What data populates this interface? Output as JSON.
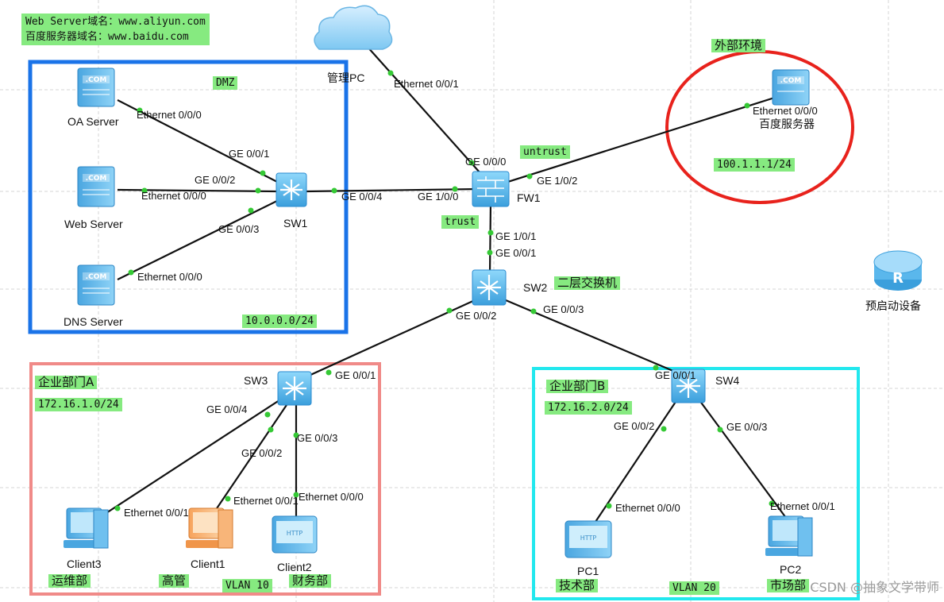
{
  "info": {
    "line1": "Web Server域名：www.aliyun.com",
    "line2": "百度服务器域名：www.baidu.com"
  },
  "zones": {
    "dmz": {
      "label": "DMZ",
      "subnet": "10.0.0.0/24",
      "color": "#1a73e8"
    },
    "external": {
      "label": "外部环境",
      "subnet": "100.1.1.1/24",
      "color": "#e8221c"
    },
    "dept_a": {
      "label": "企业部门A",
      "subnet": "172.16.1.0/24",
      "vlan": "VLAN 10",
      "color": "#f08a88"
    },
    "dept_b": {
      "label": "企业部门B",
      "subnet": "172.16.2.0/24",
      "vlan": "VLAN 20",
      "color": "#22e8ee"
    }
  },
  "zone_tags": {
    "untrust": "untrust",
    "trust": "trust",
    "l2switch": "二层交换机"
  },
  "devices": {
    "cloud": "管理PC",
    "oa": "OA Server",
    "web": "Web Server",
    "dns": "DNS Server",
    "sw1": "SW1",
    "fw1": "FW1",
    "baidu": "百度服务器",
    "sw2": "SW2",
    "router": "预启动设备",
    "sw3": "SW3",
    "sw4": "SW4",
    "client3": "Client3",
    "client1": "Client1",
    "client2": "Client2",
    "pc1": "PC1",
    "pc2": "PC2"
  },
  "depts": {
    "ops": "运维部",
    "mgmt": "高管",
    "finance": "财务部",
    "tech": "技术部",
    "market": "市场部"
  },
  "ports": {
    "cloud_eth": "Ethernet 0/0/1",
    "fw_ge000": "GE 0/0/0",
    "fw_ge102": "GE 1/0/2",
    "baidu_eth": "Ethernet 0/0/0",
    "oa_eth": "Ethernet 0/0/0",
    "sw1_ge001": "GE 0/0/1",
    "sw1_ge002": "GE 0/0/2",
    "web_eth": "Ethernet 0/0/0",
    "sw1_ge003": "GE 0/0/3",
    "dns_eth": "Ethernet 0/0/0",
    "sw1_ge004": "GE 0/0/4",
    "fw_ge100": "GE 1/0/0",
    "fw_ge101": "GE 1/0/1",
    "sw2_ge001": "GE 0/0/1",
    "sw2_ge002": "GE 0/0/2",
    "sw2_ge003": "GE 0/0/3",
    "sw3_ge001": "GE 0/0/1",
    "sw3_ge004": "GE 0/0/4",
    "sw3_ge002": "GE 0/0/2",
    "sw3_ge003": "GE 0/0/3",
    "c3_eth": "Ethernet 0/0/1",
    "c1_eth": "Ethernet 0/0/1",
    "c2_eth": "Ethernet 0/0/0",
    "sw4_ge001": "GE 0/0/1",
    "sw4_ge002": "GE 0/0/2",
    "sw4_ge003": "GE 0/0/3",
    "pc1_eth": "Ethernet 0/0/0",
    "pc2_eth": "Ethernet 0/0/1"
  },
  "watermark": "CSDN @抽象文学带师",
  "colors": {
    "link": "#111111",
    "port_dot": "#35c935",
    "tag_bg": "#86ea80",
    "grid": "#d6d6d6",
    "device_blue": "#5ab7ec"
  }
}
